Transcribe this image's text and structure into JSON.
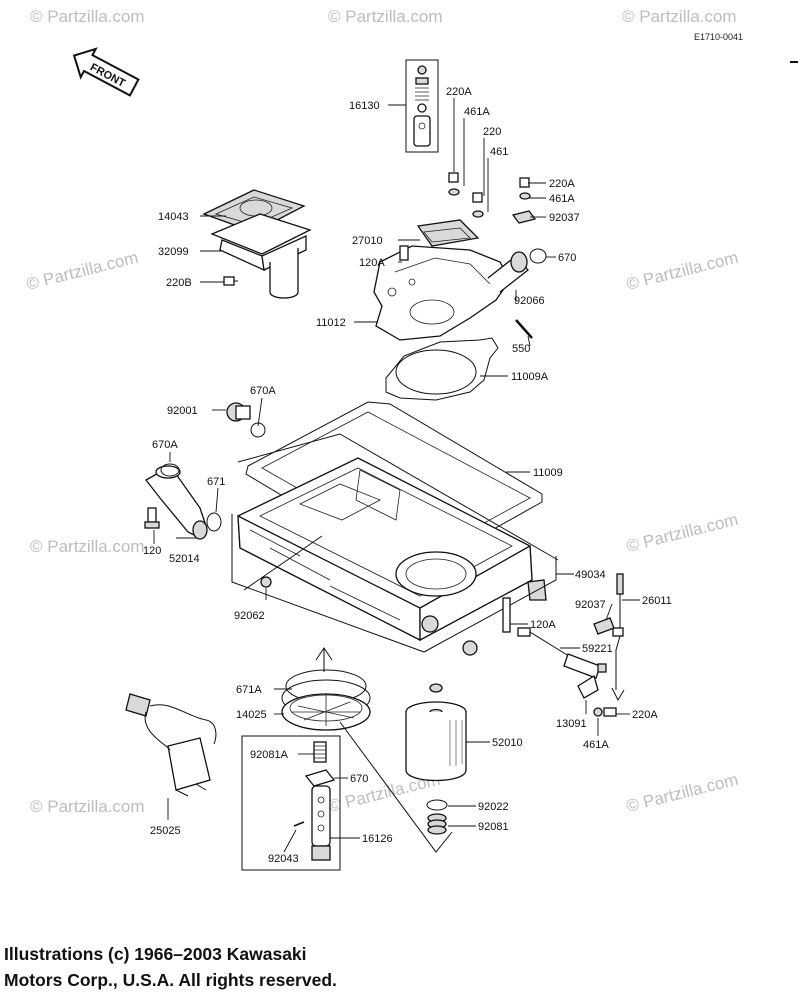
{
  "diagram_code": "E1710-0041",
  "front_label": "FRONT",
  "watermark": "© Partzilla.com",
  "copyright_lines": [
    "Illustrations (c) 1966–2003 Kawasaki",
    "Motors Corp., U.S.A.  All rights reserved."
  ],
  "part_labels": {
    "p16130": "16130",
    "p220A_1": "220A",
    "p461A_1": "461A",
    "p220": "220",
    "p461": "461",
    "p220A_2": "220A",
    "p461A_2": "461A",
    "p92037_1": "92037",
    "p14043": "14043",
    "p32099": "32099",
    "p220B": "220B",
    "p27010": "27010",
    "p120A_1": "120A",
    "p670_1": "670",
    "p92066": "92066",
    "p11012": "11012",
    "p550": "550",
    "p11009A": "11009A",
    "p670A_1": "670A",
    "p92001": "92001",
    "p670A_2": "670A",
    "p11009": "11009",
    "p671": "671",
    "p120": "120",
    "p52014": "52014",
    "p92062": "92062",
    "p49034": "49034",
    "p92037_2": "92037",
    "p26011": "26011",
    "p120A_2": "120A",
    "p59221": "59221",
    "p671A": "671A",
    "p14025": "14025",
    "p220A_3": "220A",
    "p13091": "13091",
    "p461A_3": "461A",
    "p92081A": "92081A",
    "p670_2": "670",
    "p52010": "52010",
    "p92022": "92022",
    "p92081": "92081",
    "p25025": "25025",
    "p16126": "16126",
    "p92043": "92043"
  }
}
